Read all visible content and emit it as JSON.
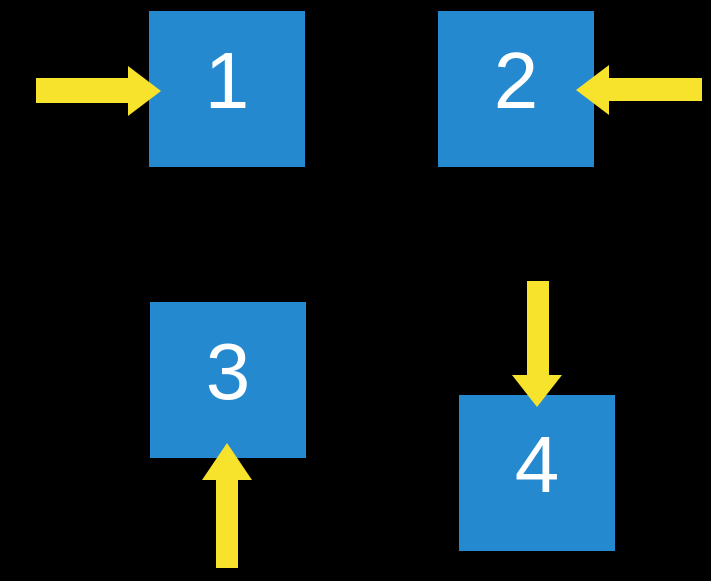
{
  "diagram": {
    "colors": {
      "bg": "#000000",
      "square": "#2589d0",
      "arrow": "#f7e22c",
      "number": "#ffffff"
    },
    "squares": [
      {
        "label": "1",
        "arrow_direction": "right"
      },
      {
        "label": "2",
        "arrow_direction": "left"
      },
      {
        "label": "3",
        "arrow_direction": "up"
      },
      {
        "label": "4",
        "arrow_direction": "down"
      }
    ]
  }
}
